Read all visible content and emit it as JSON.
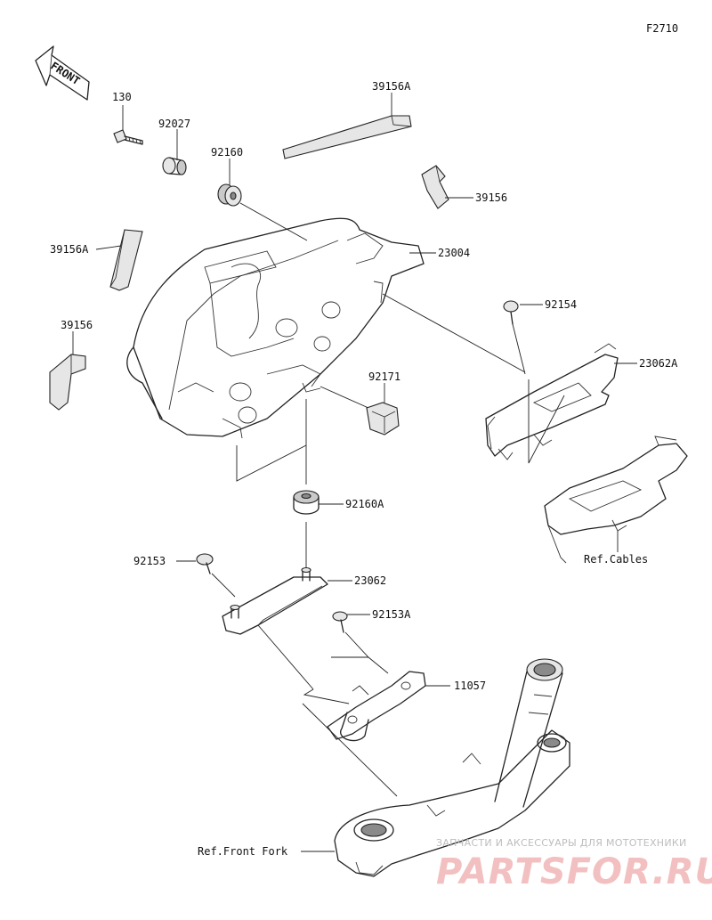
{
  "figure_code": "F2710",
  "front_arrow_label": "FRONT",
  "watermark": {
    "subtitle": "ЗАПЧАСТИ И АКСЕССУАРЫ ДЛЯ МОТОТЕХНИКИ",
    "brand": "PARTSFOR.RU"
  },
  "callouts": {
    "p130": "130",
    "p92027": "92027",
    "p92160": "92160",
    "p39156A_top": "39156A",
    "p39156_top": "39156",
    "p39156A_left": "39156A",
    "p39156_left": "39156",
    "p23004": "23004",
    "p92154": "92154",
    "p23062A": "23062A",
    "p92171": "92171",
    "p92160A": "92160A",
    "p92153": "92153",
    "p23062": "23062",
    "p92153A": "92153A",
    "p11057": "11057",
    "ref_cables": "Ref.Cables",
    "ref_front_fork": "Ref.Front Fork"
  },
  "colors": {
    "line": "#222222",
    "watermark_brand": "#f2c0c0",
    "watermark_text": "#bdbdbd"
  }
}
